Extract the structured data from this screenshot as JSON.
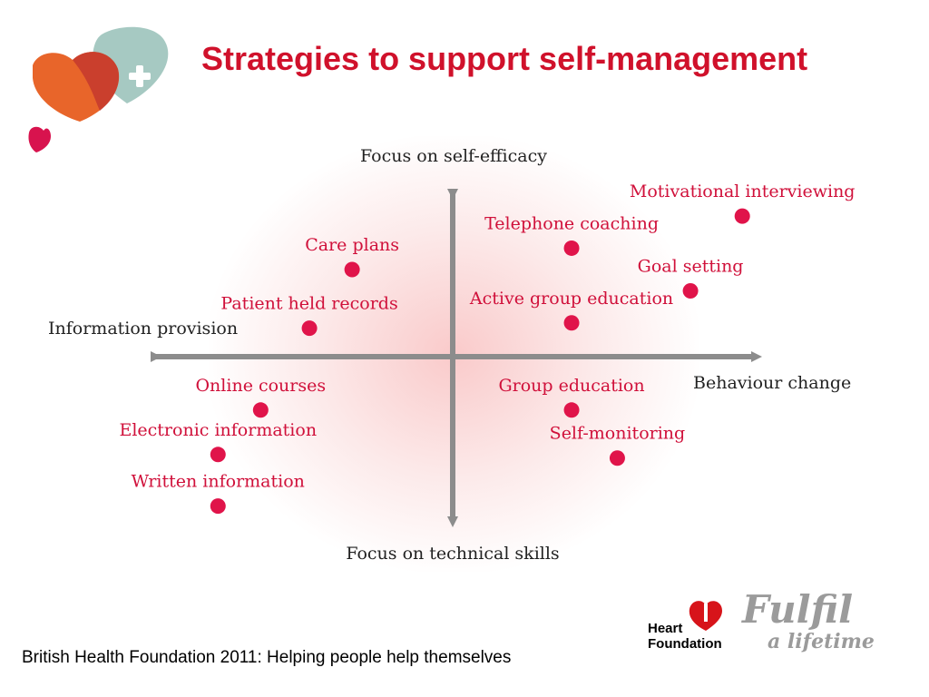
{
  "title": "Strategies to support self-management",
  "caption": "British Health Foundation 2011: Helping people help themselves",
  "colors": {
    "title": "#d0112b",
    "points": "#e0144a",
    "point_labels": "#d0103a",
    "axis": "#8c8c8c",
    "axis_labels": "#222222",
    "glow": "#ec5050"
  },
  "axes": {
    "top": "Focus on self-efficacy",
    "bottom": "Focus on technical skills",
    "left": "Information provision",
    "right": "Behaviour change"
  },
  "chart_data": {
    "type": "scatter",
    "x_axis": {
      "negative": "Information provision",
      "positive": "Behaviour change",
      "range": [
        -1,
        1
      ]
    },
    "y_axis": {
      "negative": "Focus on technical skills",
      "positive": "Focus on self-efficacy",
      "range": [
        -1,
        1
      ]
    },
    "points": [
      {
        "label": "Motivational interviewing",
        "x": 0.95,
        "y": 0.79
      },
      {
        "label": "Telephone coaching",
        "x": 0.39,
        "y": 0.61
      },
      {
        "label": "Goal setting",
        "x": 0.78,
        "y": 0.37
      },
      {
        "label": "Active group education",
        "x": 0.39,
        "y": 0.19
      },
      {
        "label": "Care plans",
        "x": -0.33,
        "y": 0.49
      },
      {
        "label": "Patient held records",
        "x": -0.47,
        "y": 0.16
      },
      {
        "label": "Online courses",
        "x": -0.63,
        "y": -0.3
      },
      {
        "label": "Electronic information",
        "x": -0.77,
        "y": -0.55
      },
      {
        "label": "Written information",
        "x": -0.77,
        "y": -0.84
      },
      {
        "label": "Group education",
        "x": 0.39,
        "y": -0.3
      },
      {
        "label": "Self-monitoring",
        "x": 0.54,
        "y": -0.57
      }
    ]
  },
  "logo": {
    "heart_line1": "Heart",
    "heart_line2": "Foundation",
    "fulfil": "Fulfil",
    "lifetime": "a lifetime"
  }
}
